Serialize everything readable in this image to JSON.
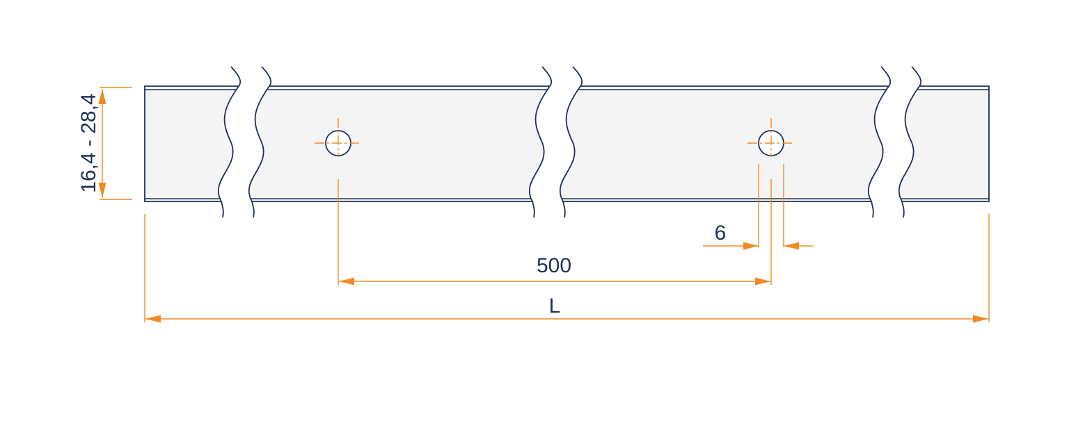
{
  "colors": {
    "outline": "#1f3055",
    "dimension": "#f08a24",
    "fill": "#f4f4f4",
    "background": "#ffffff"
  },
  "dimensions": {
    "height_range": "16,4 - 28,4",
    "hole_pitch": "500",
    "hole_diameter": "6",
    "overall_length": "L"
  }
}
